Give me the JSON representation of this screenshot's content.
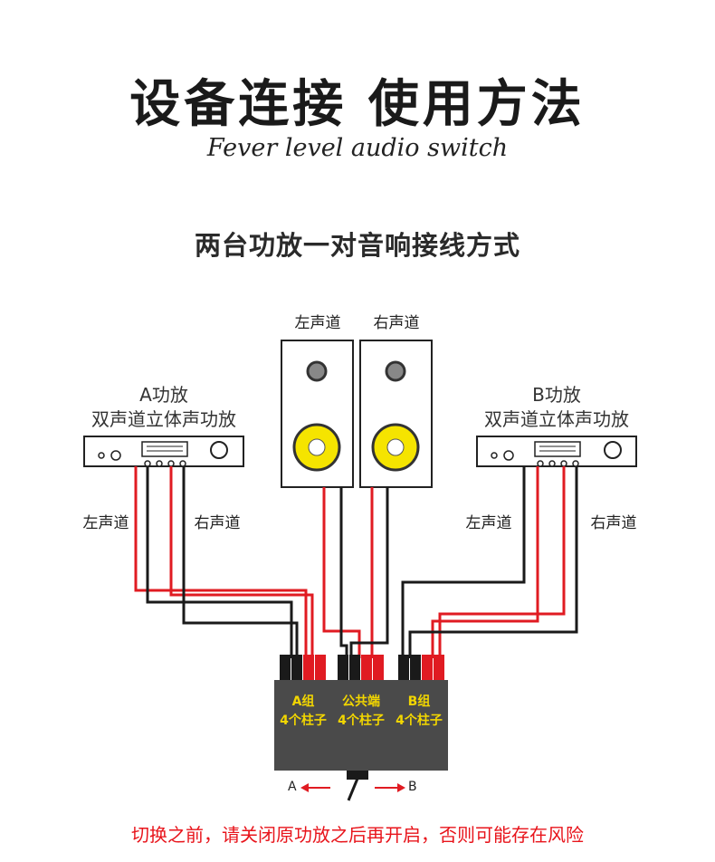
{
  "header": {
    "title": "设备连接 使用方法",
    "subtitle": "Fever level audio switch"
  },
  "diagram": {
    "section_title": "两台功放一对音响接线方式",
    "speakers": {
      "left_label": "左声道",
      "right_label": "右声道"
    },
    "amp_a": {
      "name": "A功放",
      "desc": "双声道立体声功放",
      "left_channel": "左声道",
      "right_channel": "右声道"
    },
    "amp_b": {
      "name": "B功放",
      "desc": "双声道立体声功放",
      "left_channel": "左声道",
      "right_channel": "右声道"
    },
    "switch_box": {
      "group_a_line1": "A组",
      "group_a_line2": "4个柱子",
      "common_line1": "公共端",
      "common_line2": "4个柱子",
      "group_b_line1": "B组",
      "group_b_line2": "4个柱子",
      "dir_a": "A",
      "dir_b": "B"
    },
    "colors": {
      "red_wire": "#e01b22",
      "black_wire": "#1a1a1a",
      "box": "#4a4a4a",
      "box_text": "#f2d600",
      "woofer": "#f5e400"
    }
  },
  "warning": "切换之前，请关闭原功放之后再开启，否则可能存在风险"
}
